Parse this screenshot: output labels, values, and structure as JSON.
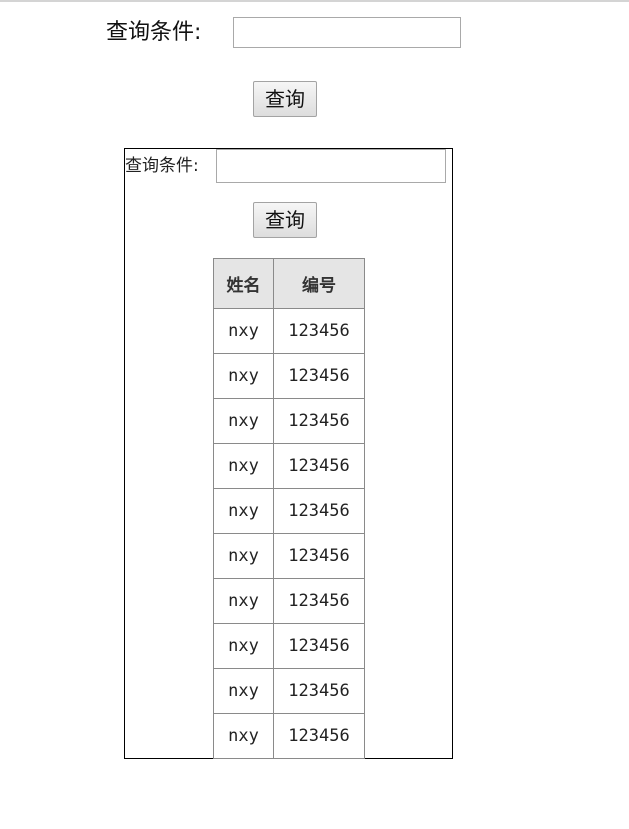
{
  "search_top": {
    "label": "查询条件:",
    "input_value": "",
    "button_label": "查询"
  },
  "search_panel": {
    "label": "查询条件:",
    "input_value": "",
    "button_label": "查询"
  },
  "table": {
    "headers": [
      "姓名",
      "编号"
    ],
    "rows": [
      [
        "nxy",
        "123456"
      ],
      [
        "nxy",
        "123456"
      ],
      [
        "nxy",
        "123456"
      ],
      [
        "nxy",
        "123456"
      ],
      [
        "nxy",
        "123456"
      ],
      [
        "nxy",
        "123456"
      ],
      [
        "nxy",
        "123456"
      ],
      [
        "nxy",
        "123456"
      ],
      [
        "nxy",
        "123456"
      ],
      [
        "nxy",
        "123456"
      ]
    ]
  }
}
